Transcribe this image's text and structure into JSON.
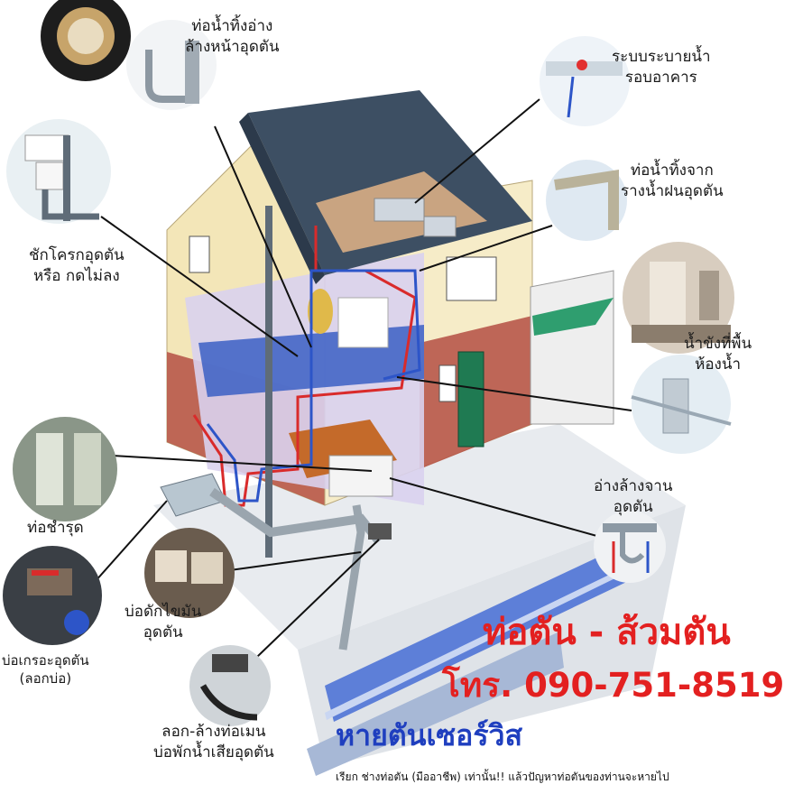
{
  "labels": {
    "sink_pipe": [
      "ท่อน้ำทิ้งอ่าง",
      "ล้างหน้าอุดตัน"
    ],
    "drainage": [
      "ระบบระบายน้ำ",
      "รอบอาคาร"
    ],
    "gutter": [
      "ท่อน้ำทิ้งจาก",
      "รางน้ำฝนอุดตัน"
    ],
    "toilet": [
      "ชักโครกอุดตัน",
      "หรือ กดไม่ลง"
    ],
    "bathroom_floor": [
      "น้ำขังที่พื้น",
      "ห้องน้ำ"
    ],
    "kitchen_sink": [
      "อ่างล้างจาน",
      "อุดตัน"
    ],
    "broken_pipe": [
      "ท่อชำรุด"
    ],
    "grease_trap": [
      "บ่อดักไขมัน",
      "อุดตัน"
    ],
    "septic": [
      "บ่อเกรอะอุดตัน",
      "(ลอกบ่อ)"
    ],
    "main_sewer": [
      "ลอก-ล้างท่อเมน",
      "บ่อพักน้ำเสียอุดตัน"
    ]
  },
  "headline": "ท่อตัน - ส้วมตัน",
  "phone": "โทร. 090-751-8519",
  "brand": "หายตันเซอร์วิส",
  "footer": "เรียก  ช่างท่อตัน (มืออาชีพ) เท่านั้น!!  แล้วปัญหาท่อตันของท่านจะหายไป",
  "colors": {
    "headline": "#e32020",
    "brand": "#1f3fbf",
    "pipe_red": "#d92b2b",
    "pipe_blue": "#2d55c8",
    "roof": "#3d4f63",
    "wall": "#f3e6b8",
    "brick": "#b8584a"
  }
}
